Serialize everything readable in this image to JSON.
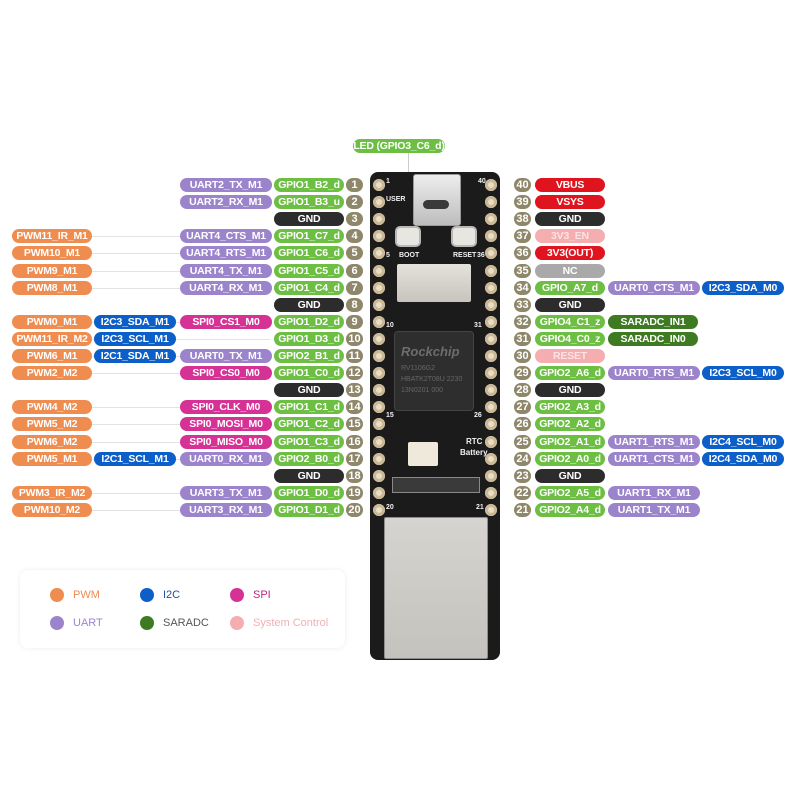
{
  "title_led": "LED (GPIO3_C6_d)",
  "colors": {
    "pwm": "#ef8c4f",
    "i2c": "#0c5ec8",
    "spi": "#d63194",
    "uart": "#9b84cc",
    "gpio": "#6cbf43",
    "saradc": "#3d7a22",
    "gnd": "#2c2c2c",
    "power": "#e0141e",
    "sysctl": "#f5aeb0",
    "nc": "#a9a9a9",
    "pin_num": "#8f876a"
  },
  "board": {
    "chip_brand": "Rockchip",
    "chip_model": "RV1106G2",
    "chip_line2": "HBATK2T08U 2230",
    "chip_line3": "13N0201 000",
    "boot_label": "BOOT",
    "reset_label": "RESET",
    "user_label": "USER",
    "rtc_label": "RTC",
    "battery_label": "Battery",
    "pin1_mark": "1",
    "pin40_mark": "40",
    "pin5_mark": "5",
    "pin36_mark": "36",
    "pin10_mark": "10",
    "pin31_mark": "31",
    "pin15_mark": "15",
    "pin26_mark": "26",
    "pin20_mark": "20",
    "pin21_mark": "21"
  },
  "left_pins": [
    {
      "num": "1",
      "gpio": "GPIO1_B2_d",
      "f1": "UART2_TX_M1",
      "f1t": "uart",
      "f2": "",
      "f2t": "",
      "f3": "",
      "f3t": ""
    },
    {
      "num": "2",
      "gpio": "GPIO1_B3_u",
      "f1": "UART2_RX_M1",
      "f1t": "uart",
      "f2": "",
      "f2t": "",
      "f3": "",
      "f3t": ""
    },
    {
      "num": "3",
      "gpio": "GND",
      "gpiot": "gnd",
      "f1": "",
      "f1t": "",
      "f2": "",
      "f2t": "",
      "f3": "",
      "f3t": ""
    },
    {
      "num": "4",
      "gpio": "GPIO1_C7_d",
      "f1": "UART4_CTS_M1",
      "f1t": "uart",
      "f2": "",
      "f2t": "",
      "f3": "PWM11_IR_M1",
      "f3t": "pwm"
    },
    {
      "num": "5",
      "gpio": "GPIO1_C6_d",
      "f1": "UART4_RTS_M1",
      "f1t": "uart",
      "f2": "",
      "f2t": "",
      "f3": "PWM10_M1",
      "f3t": "pwm"
    },
    {
      "num": "6",
      "gpio": "GPIO1_C5_d",
      "f1": "UART4_TX_M1",
      "f1t": "uart",
      "f2": "",
      "f2t": "",
      "f3": "PWM9_M1",
      "f3t": "pwm"
    },
    {
      "num": "7",
      "gpio": "GPIO1_C4_d",
      "f1": "UART4_RX_M1",
      "f1t": "uart",
      "f2": "",
      "f2t": "",
      "f3": "PWM8_M1",
      "f3t": "pwm"
    },
    {
      "num": "8",
      "gpio": "GND",
      "gpiot": "gnd",
      "f1": "",
      "f1t": "",
      "f2": "",
      "f2t": "",
      "f3": "",
      "f3t": ""
    },
    {
      "num": "9",
      "gpio": "GPIO1_D2_d",
      "f1": "SPI0_CS1_M0",
      "f1t": "spi",
      "f2": "I2C3_SDA_M1",
      "f2t": "i2c",
      "f3": "PWM0_M1",
      "f3t": "pwm"
    },
    {
      "num": "10",
      "gpio": "GPIO1_D3_d",
      "f1": "",
      "f1t": "",
      "f2": "I2C3_SCL_M1",
      "f2t": "i2c",
      "f3": "PWM11_IR_M2",
      "f3t": "pwm"
    },
    {
      "num": "11",
      "gpio": "GPIO2_B1_d",
      "f1": "UART0_TX_M1",
      "f1t": "uart",
      "f2": "I2C1_SDA_M1",
      "f2t": "i2c",
      "f3": "PWM6_M1",
      "f3t": "pwm"
    },
    {
      "num": "12",
      "gpio": "GPIO1_C0_d",
      "f1": "SPI0_CS0_M0",
      "f1t": "spi",
      "f2": "",
      "f2t": "",
      "f3": "PWM2_M2",
      "f3t": "pwm"
    },
    {
      "num": "13",
      "gpio": "GND",
      "gpiot": "gnd",
      "f1": "",
      "f1t": "",
      "f2": "",
      "f2t": "",
      "f3": "",
      "f3t": ""
    },
    {
      "num": "14",
      "gpio": "GPIO1_C1_d",
      "f1": "SPI0_CLK_M0",
      "f1t": "spi",
      "f2": "",
      "f2t": "",
      "f3": "PWM4_M2",
      "f3t": "pwm"
    },
    {
      "num": "15",
      "gpio": "GPIO1_C2_d",
      "f1": "SPI0_MOSI_M0",
      "f1t": "spi",
      "f2": "",
      "f2t": "",
      "f3": "PWM5_M2",
      "f3t": "pwm"
    },
    {
      "num": "16",
      "gpio": "GPIO1_C3_d",
      "f1": "SPI0_MISO_M0",
      "f1t": "spi",
      "f2": "",
      "f2t": "",
      "f3": "PWM6_M2",
      "f3t": "pwm"
    },
    {
      "num": "17",
      "gpio": "GPIO2_B0_d",
      "f1": "UART0_RX_M1",
      "f1t": "uart",
      "f2": "I2C1_SCL_M1",
      "f2t": "i2c",
      "f3": "PWM5_M1",
      "f3t": "pwm"
    },
    {
      "num": "18",
      "gpio": "GND",
      "gpiot": "gnd",
      "f1": "",
      "f1t": "",
      "f2": "",
      "f2t": "",
      "f3": "",
      "f3t": ""
    },
    {
      "num": "19",
      "gpio": "GPIO1_D0_d",
      "f1": "UART3_TX_M1",
      "f1t": "uart",
      "f2": "",
      "f2t": "",
      "f3": "PWM3_IR_M2",
      "f3t": "pwm"
    },
    {
      "num": "20",
      "gpio": "GPIO1_D1_d",
      "f1": "UART3_RX_M1",
      "f1t": "uart",
      "f2": "",
      "f2t": "",
      "f3": "PWM10_M2",
      "f3t": "pwm"
    }
  ],
  "right_pins": [
    {
      "num": "40",
      "gpio": "VBUS",
      "gpiot": "power",
      "f1": "",
      "f1t": "",
      "f2": "",
      "f2t": ""
    },
    {
      "num": "39",
      "gpio": "VSYS",
      "gpiot": "power",
      "f1": "",
      "f1t": "",
      "f2": "",
      "f2t": ""
    },
    {
      "num": "38",
      "gpio": "GND",
      "gpiot": "gnd",
      "f1": "",
      "f1t": "",
      "f2": "",
      "f2t": ""
    },
    {
      "num": "37",
      "gpio": "3V3_EN",
      "gpiot": "sysctl",
      "f1": "",
      "f1t": "",
      "f2": "",
      "f2t": ""
    },
    {
      "num": "36",
      "gpio": "3V3(OUT)",
      "gpiot": "power",
      "f1": "",
      "f1t": "",
      "f2": "",
      "f2t": ""
    },
    {
      "num": "35",
      "gpio": "NC",
      "gpiot": "nc",
      "f1": "",
      "f1t": "",
      "f2": "",
      "f2t": ""
    },
    {
      "num": "34",
      "gpio": "GPIO_A7_d",
      "gpiot": "gpio",
      "f1": "UART0_CTS_M1",
      "f1t": "uart",
      "f2": "I2C3_SDA_M0",
      "f2t": "i2c"
    },
    {
      "num": "33",
      "gpio": "GND",
      "gpiot": "gnd",
      "f1": "",
      "f1t": "",
      "f2": "",
      "f2t": ""
    },
    {
      "num": "32",
      "gpio": "GPIO4_C1_z",
      "gpiot": "gpio",
      "f1": "SARADC_IN1",
      "f1t": "saradc",
      "f2": "",
      "f2t": ""
    },
    {
      "num": "31",
      "gpio": "GPIO4_C0_z",
      "gpiot": "gpio",
      "f1": "SARADC_IN0",
      "f1t": "saradc",
      "f2": "",
      "f2t": ""
    },
    {
      "num": "30",
      "gpio": "RESET",
      "gpiot": "sysctl",
      "f1": "",
      "f1t": "",
      "f2": "",
      "f2t": ""
    },
    {
      "num": "29",
      "gpio": "GPIO2_A6_d",
      "gpiot": "gpio",
      "f1": "UART0_RTS_M1",
      "f1t": "uart",
      "f2": "I2C3_SCL_M0",
      "f2t": "i2c"
    },
    {
      "num": "28",
      "gpio": "GND",
      "gpiot": "gnd",
      "f1": "",
      "f1t": "",
      "f2": "",
      "f2t": ""
    },
    {
      "num": "27",
      "gpio": "GPIO2_A3_d",
      "gpiot": "gpio",
      "f1": "",
      "f1t": "",
      "f2": "",
      "f2t": ""
    },
    {
      "num": "26",
      "gpio": "GPIO2_A2_d",
      "gpiot": "gpio",
      "f1": "",
      "f1t": "",
      "f2": "",
      "f2t": ""
    },
    {
      "num": "25",
      "gpio": "GPIO2_A1_d",
      "gpiot": "gpio",
      "f1": "UART1_RTS_M1",
      "f1t": "uart",
      "f2": "I2C4_SCL_M0",
      "f2t": "i2c"
    },
    {
      "num": "24",
      "gpio": "GPIO2_A0_d",
      "gpiot": "gpio",
      "f1": "UART1_CTS_M1",
      "f1t": "uart",
      "f2": "I2C4_SDA_M0",
      "f2t": "i2c"
    },
    {
      "num": "23",
      "gpio": "GND",
      "gpiot": "gnd",
      "f1": "",
      "f1t": "",
      "f2": "",
      "f2t": ""
    },
    {
      "num": "22",
      "gpio": "GPIO2_A5_d",
      "gpiot": "gpio",
      "f1": "UART1_RX_M1",
      "f1t": "uart",
      "f2": "",
      "f2t": ""
    },
    {
      "num": "21",
      "gpio": "GPIO2_A4_d",
      "gpiot": "gpio",
      "f1": "UART1_TX_M1",
      "f1t": "uart",
      "f2": "",
      "f2t": ""
    }
  ],
  "legend": [
    {
      "label": "PWM",
      "type": "pwm"
    },
    {
      "label": "I2C",
      "type": "i2c"
    },
    {
      "label": "SPI",
      "type": "spi"
    },
    {
      "label": "UART",
      "type": "uart"
    },
    {
      "label": "SARADC",
      "type": "saradc"
    },
    {
      "label": "System Control",
      "type": "sysctl"
    }
  ]
}
